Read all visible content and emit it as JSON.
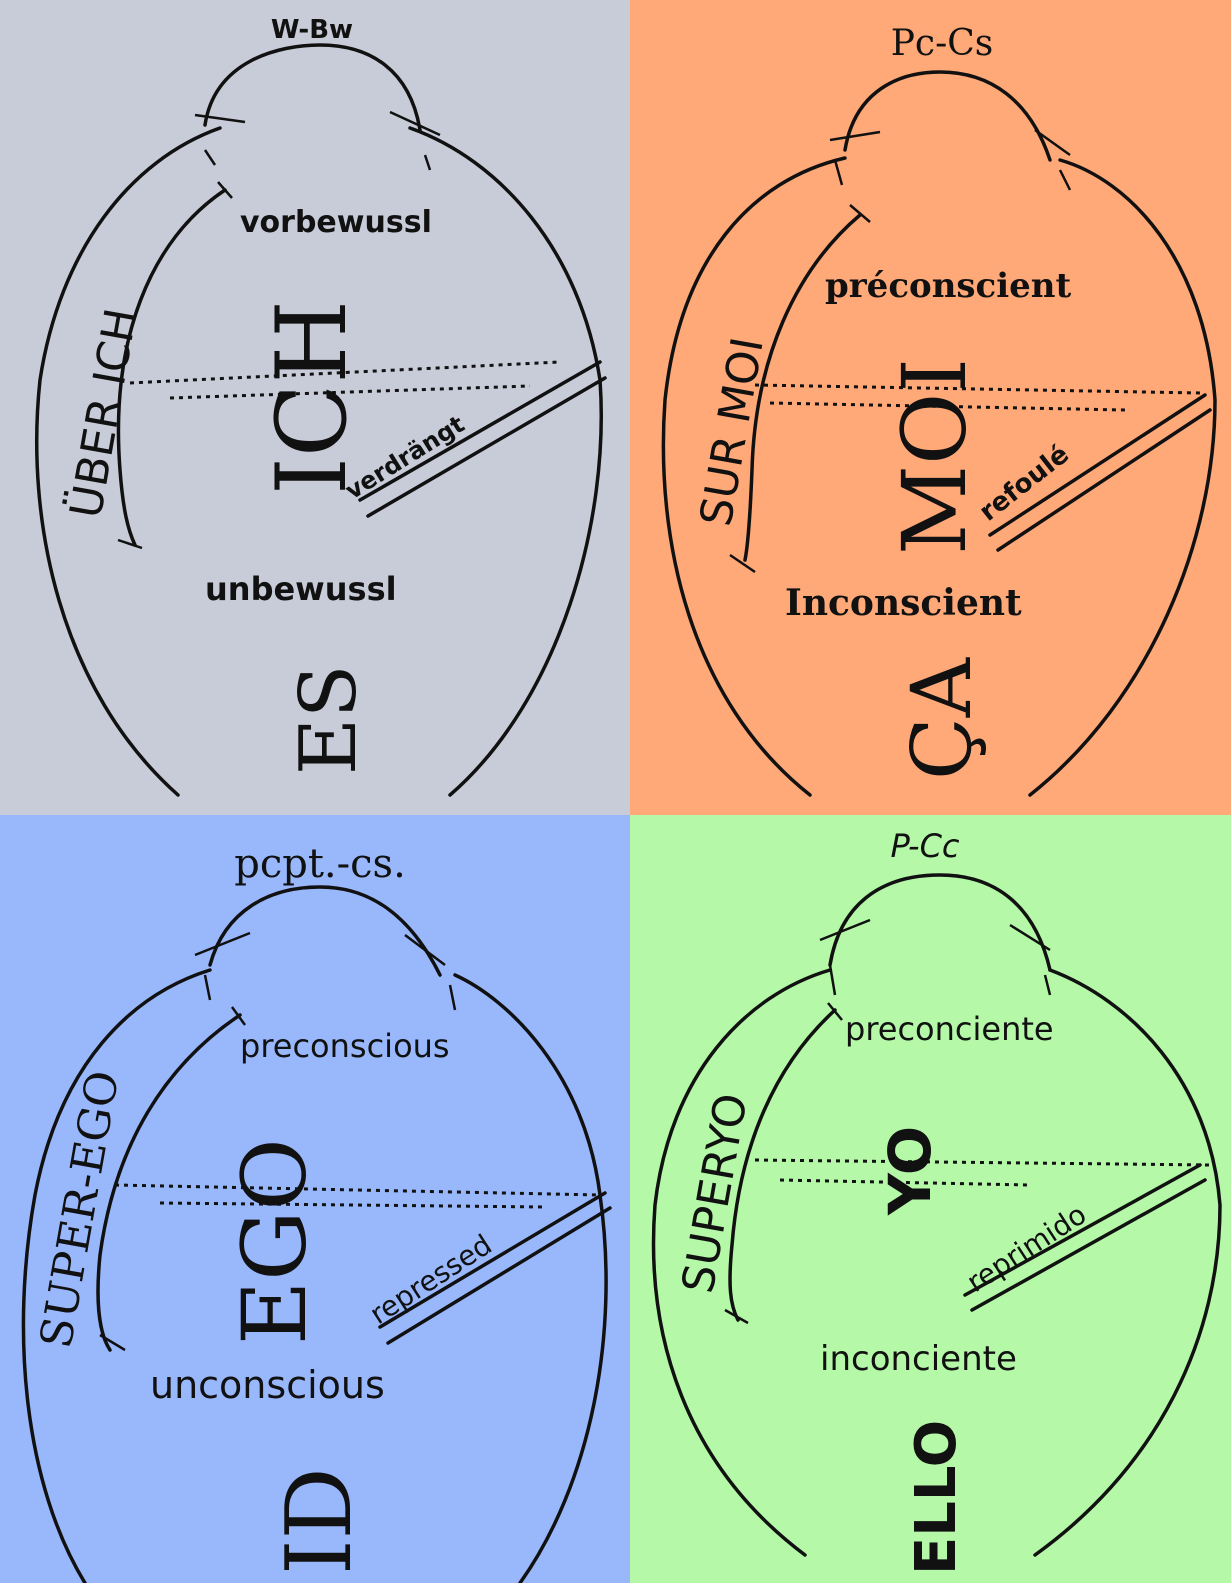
{
  "panels": {
    "german": {
      "background": "#c8ccd8",
      "top": "W-Bw",
      "superego": "ÜBER ICH",
      "preconscious": "vorbewussl",
      "ego": "ICH",
      "repressed": "verdrängt",
      "unconscious": "unbewussl",
      "id": "ES"
    },
    "french": {
      "background": "#ffa878",
      "top": "Pc-Cs",
      "superego": "SUR MOI",
      "preconscious": "préconscient",
      "ego": "MOI",
      "repressed": "refoulé",
      "unconscious": "Inconscient",
      "id": "ÇA"
    },
    "english": {
      "background": "#99b8fc",
      "top": "pcpt.-cs.",
      "superego": "SUPER-EGO",
      "preconscious": "preconscious",
      "ego": "EGO",
      "repressed": "repressed",
      "unconscious": "unconscious",
      "id": "ID"
    },
    "spanish": {
      "background": "#b4f8a8",
      "top": "P-Cc",
      "superego": "SUPERYO",
      "preconscious": "preconciente",
      "ego": "YO",
      "repressed": "reprimido",
      "unconscious": "inconciente",
      "id": "ELLO"
    }
  }
}
